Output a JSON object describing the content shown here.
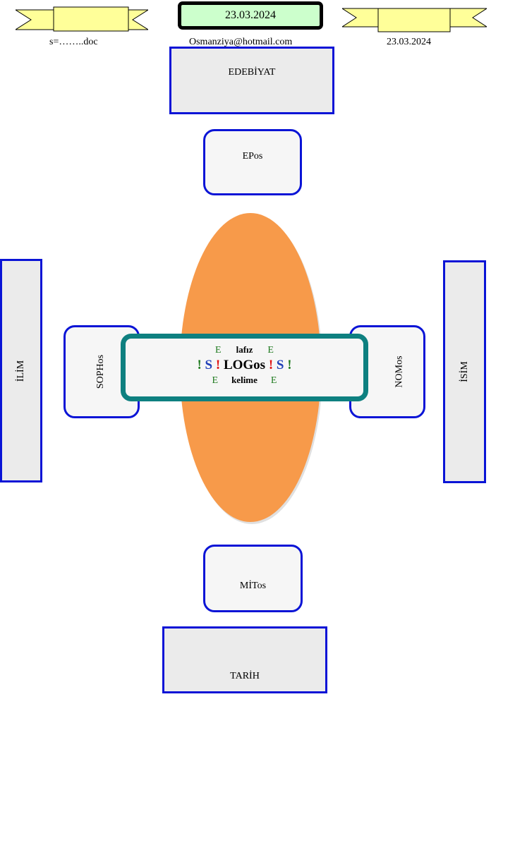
{
  "header": {
    "date_box": "23.03.2024",
    "left_text": "s=……..doc",
    "center_text": "Osmanziya@hotmail.com",
    "right_text": "23.03.2024"
  },
  "boxes": {
    "top": "EDEBİYAT",
    "top_inner": "EPos",
    "bottom_inner": "MİTos",
    "bottom": "TARİH",
    "left_outer": "İLİM",
    "left_inner": "SOPHos",
    "right_inner": "NOMos",
    "right_outer": "İSİM"
  },
  "center": {
    "row1": [
      "E",
      "lafız",
      "E"
    ],
    "row2": [
      "!",
      "S",
      "!",
      "LOGos",
      "!",
      "S",
      "!"
    ],
    "row3": [
      "E",
      "kelime",
      "E"
    ]
  },
  "colors": {
    "box_border": "#0a14d6",
    "ellipse": "#f79a4a",
    "center_border": "#0e8080",
    "banner": "#ffff99",
    "date_box_bg": "#ccffcc"
  }
}
